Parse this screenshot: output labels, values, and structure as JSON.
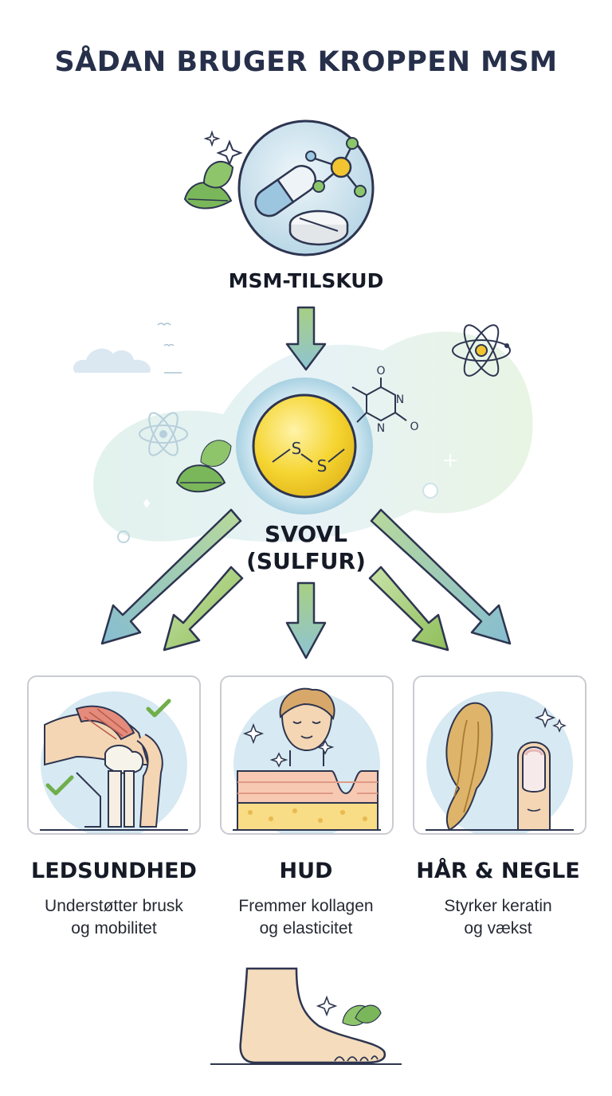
{
  "title": "SÅDAN BRUGER KROPPEN MSM",
  "source_node": {
    "label": "MSM-TILSKUD",
    "icon": "pill-molecule-icon"
  },
  "center_node": {
    "label_line1": "SVOVL",
    "label_line2": "(SULFUR)",
    "glyph_s1": "S",
    "glyph_s2": "S",
    "icon": "sulfur-sphere-icon"
  },
  "molecule_atoms": {
    "o_top": "O",
    "o_right": "O",
    "n_top": "N",
    "n_bottom": "N"
  },
  "benefits": [
    {
      "title": "LEDSUNDHED",
      "desc_line1": "Understøtter brusk",
      "desc_line2": "og mobilitet",
      "icon": "knee-joint-icon"
    },
    {
      "title": "HUD",
      "desc_line1": "Fremmer kollagen",
      "desc_line2": "og elasticitet",
      "icon": "skin-face-icon"
    },
    {
      "title": "HÅR & NEGLE",
      "desc_line1": "Styrker keratin",
      "desc_line2": "og vækst",
      "icon": "hair-nail-icon"
    }
  ],
  "footer_icon": "foot-icon",
  "colors": {
    "title": "#27304a",
    "arrow_blue": "#8fc4d4",
    "arrow_green": "#9cc36e",
    "sulfur_yellow": "#f3d32c",
    "leaf_green": "#6fae4b",
    "card_border": "#c9ccd1",
    "bg_circle": "#d7e9f2"
  }
}
